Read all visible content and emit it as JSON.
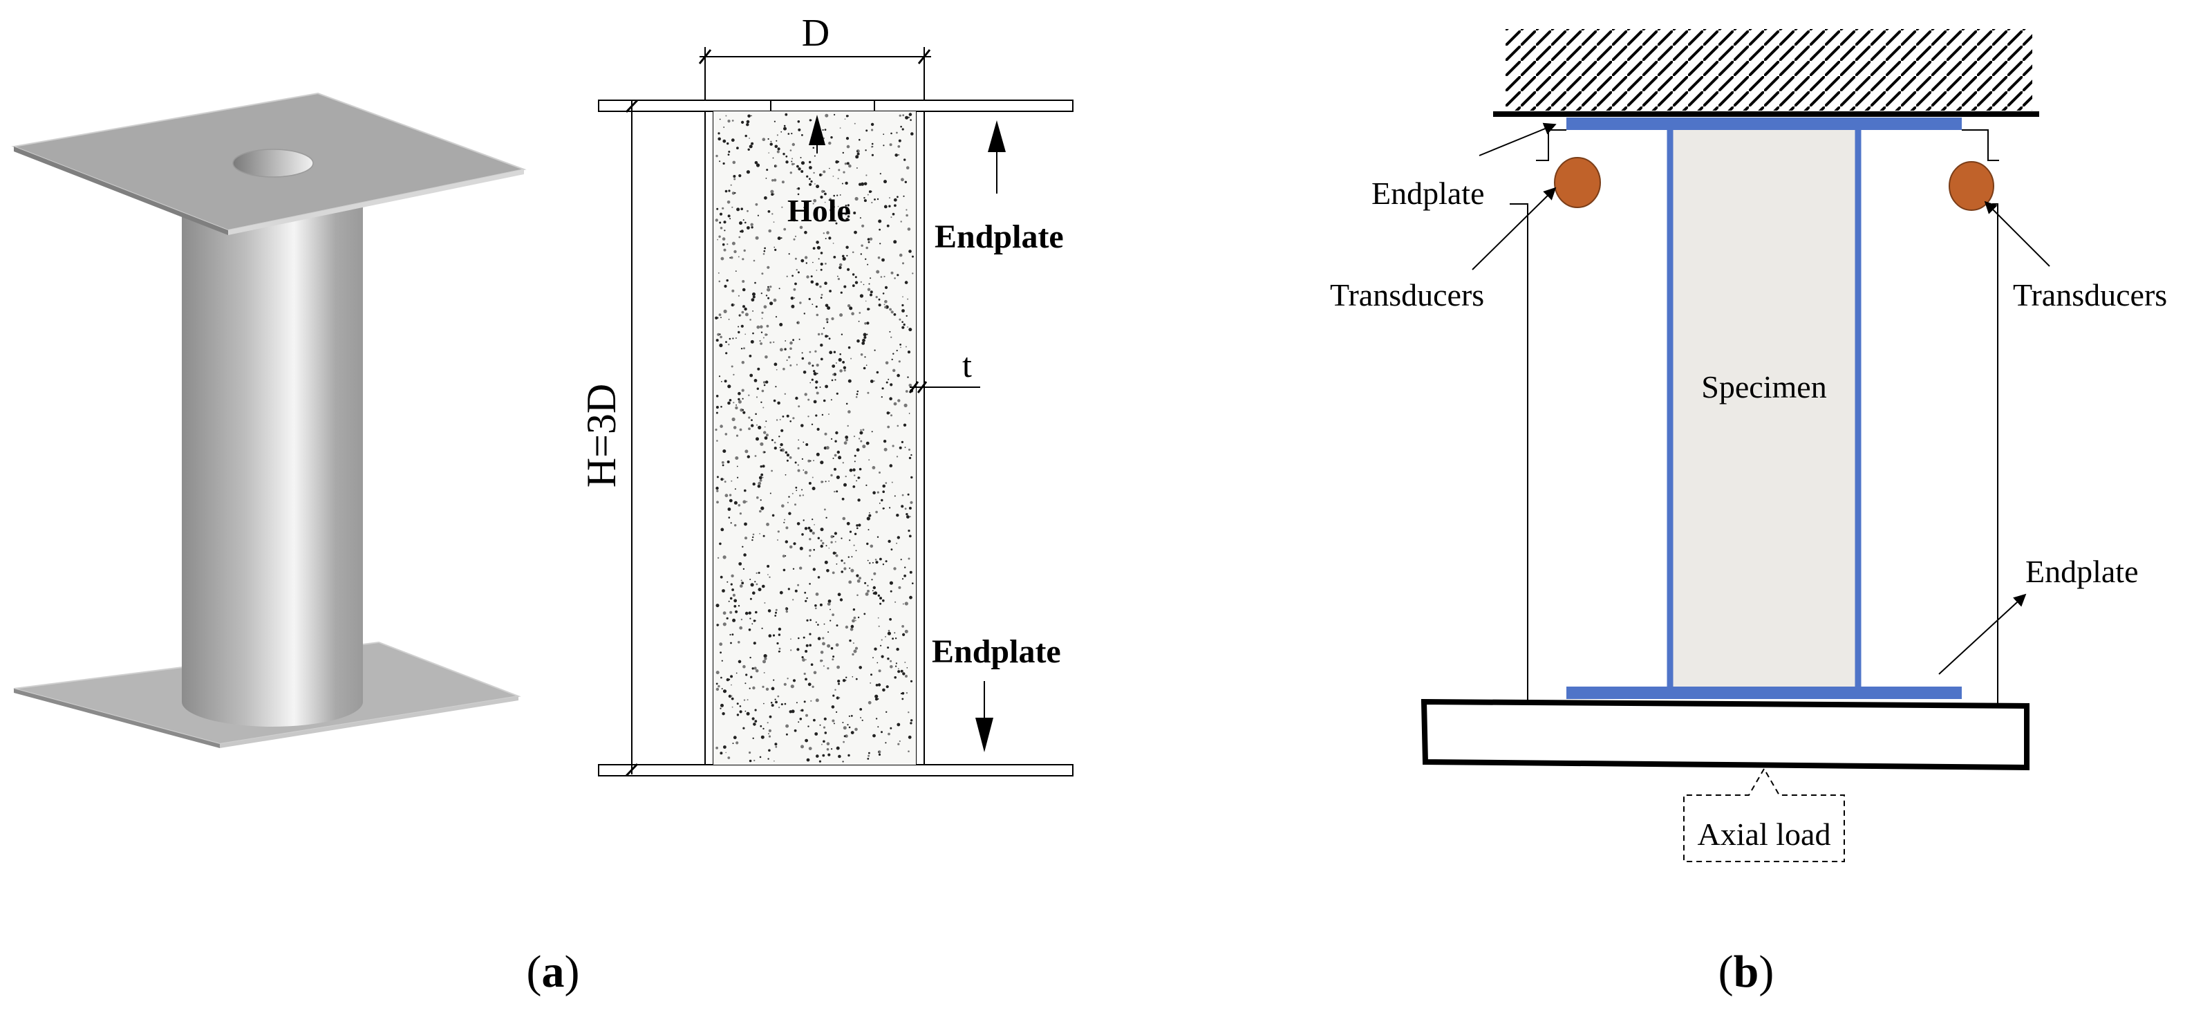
{
  "panel_a": {
    "caption_open": "(",
    "caption_letter": "a",
    "caption_close": ")",
    "dim_d": "D",
    "dim_h": "H=3D",
    "dim_t": "t",
    "hole_label": "Hole",
    "endplate_top_label": "Endplate",
    "endplate_bottom_label": "Endplate"
  },
  "panel_b": {
    "caption_open": "(",
    "caption_letter": "b",
    "caption_close": ")",
    "endplate_top_label": "Endplate",
    "transducers_left_label": "Transducers",
    "transducers_right_label": "Transducers",
    "specimen_label": "Specimen",
    "endplate_bottom_label": "Endplate",
    "axial_load_label": "Axial load"
  },
  "colors": {
    "steel_blue": "#4f74c8",
    "transducer_fill": "#c0622a",
    "concrete_fill": "#eceae6",
    "plate_grey": "#a8a8a8"
  }
}
